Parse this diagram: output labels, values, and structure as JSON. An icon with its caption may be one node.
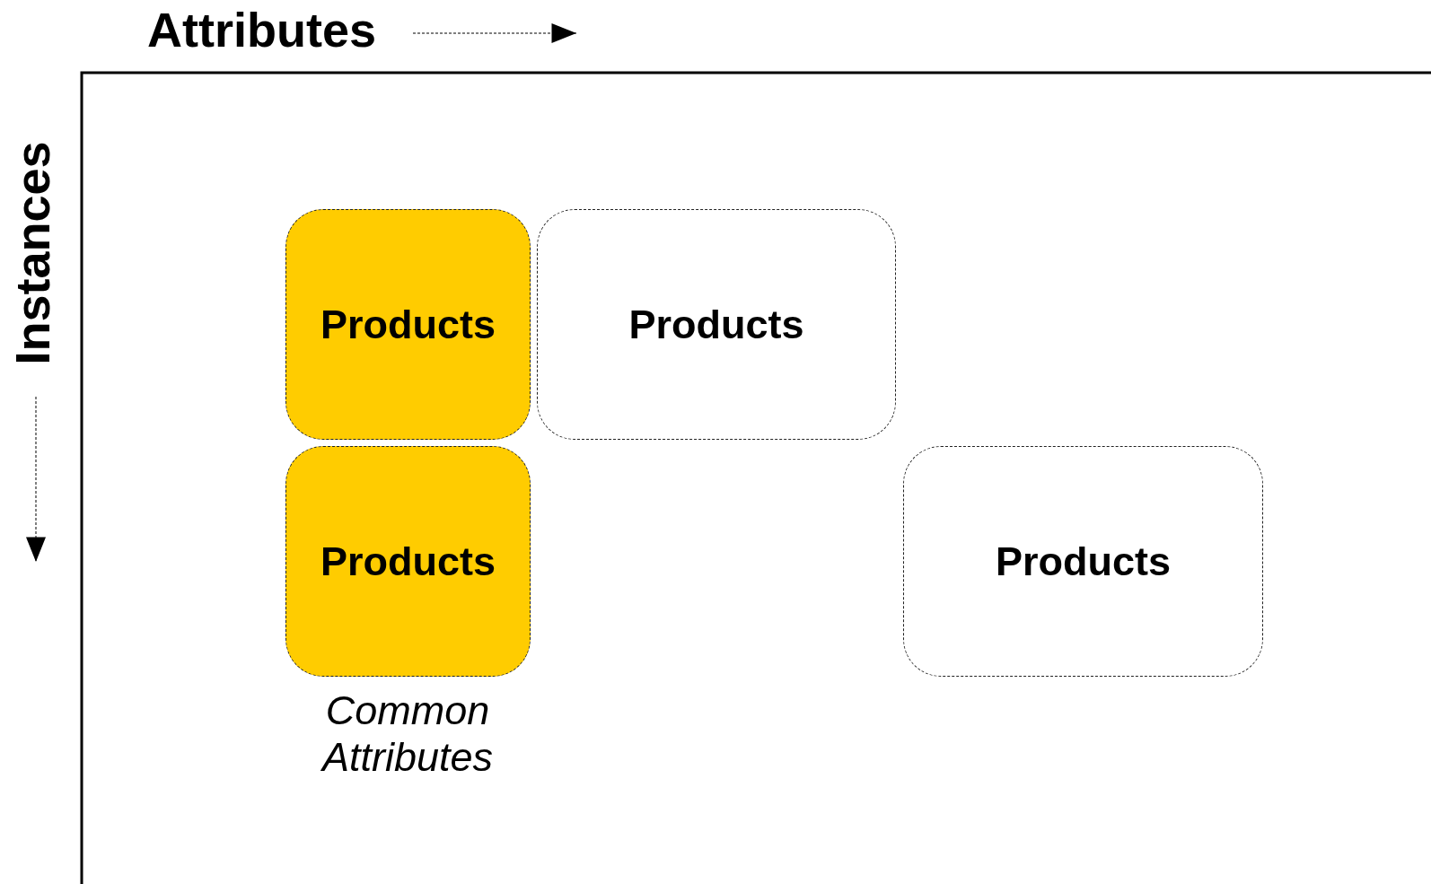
{
  "diagram": {
    "nodes": [
      {
        "text": [
          "Products"
        ]
      },
      {
        "text": [
          "Products"
        ]
      },
      {
        "text": [
          "Products"
        ]
      },
      {
        "text": [
          "Products"
        ]
      }
    ],
    "labels": [
      "Attributes",
      "Instances",
      "Common Attributes"
    ]
  }
}
